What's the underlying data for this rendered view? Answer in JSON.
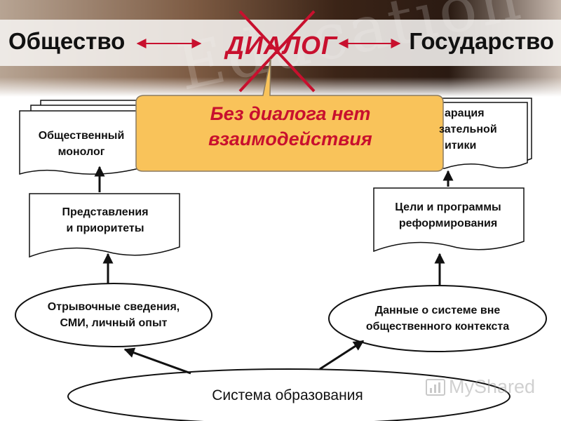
{
  "banner": {
    "left_title": "Общество",
    "center_title": "ДИАЛОГ",
    "right_title": "Государство",
    "background_word": "Education"
  },
  "callout": {
    "line1": "Без диалога нет",
    "line2": "взаимодействия"
  },
  "nodes": {
    "public_monologue": {
      "line1": "Общественный",
      "line2": "монолог"
    },
    "declaration": {
      "line1": "арация",
      "line2": "зательной",
      "line3": "итики"
    },
    "representations": {
      "line1": "Представления",
      "line2": "и приоритеты"
    },
    "goals": {
      "line1": "Цели и программы",
      "line2": "реформирования"
    },
    "fragmentary": {
      "line1": "Отрывочные сведения,",
      "line2": "СМИ, личный опыт"
    },
    "system_data": {
      "line1": "Данные о системе вне",
      "line2": "общественного контекста"
    },
    "education_system": "Система образования"
  },
  "watermark": "MyShared",
  "colors": {
    "accent_red": "#c8102e",
    "callout_fill": "#f9c35a",
    "arrow_red": "#c8102e"
  }
}
